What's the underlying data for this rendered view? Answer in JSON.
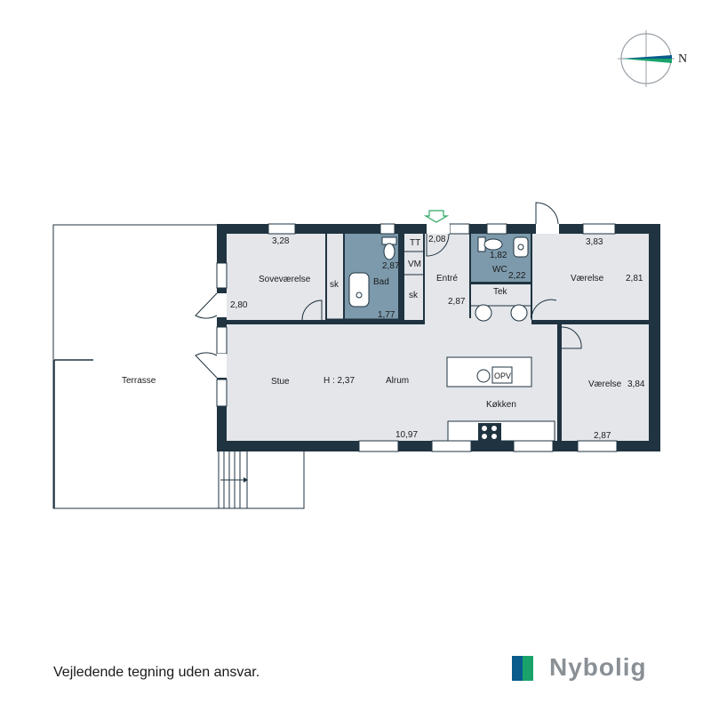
{
  "rooms": {
    "sovevaerelse": "Soveværelse",
    "bad": "Bad",
    "entre": "Entré",
    "wc": "WC",
    "tek": "Tek",
    "vaerelse_top": "Værelse",
    "vaerelse_bottom": "Værelse",
    "stue": "Stue",
    "alrum": "Alrum",
    "kokken": "Køkken",
    "terrasse": "Terrasse",
    "tt": "TT",
    "vm": "VM",
    "sk1": "sk",
    "sk2": "sk",
    "opv": "OPV"
  },
  "dimensions": {
    "sov_w": "3,28",
    "sov_h": "2,80",
    "bad_w": "2,87",
    "bad_h": "1,77",
    "entre_w": "2,08",
    "entre_h": "2,87",
    "wc_w": "1,82",
    "wc_h": "2,22",
    "v1_w": "3,83",
    "v1_h": "2,81",
    "v2_h": "3,84",
    "v2_w": "2,87",
    "stue_w": "10,97",
    "ceiling": "H : 2,37"
  },
  "compass": {
    "north_label": "N"
  },
  "footer": {
    "disclaimer": "Vejledende tegning uden ansvar.",
    "brand": "Nybolig"
  },
  "colors": {
    "wall": "#1f3340",
    "room_fill": "#e4e6ea",
    "wet_room": "#7d9aac",
    "brand_blue": "#0a5c8c",
    "brand_green": "#19a36b",
    "entry_arrow": "#2fa866"
  }
}
